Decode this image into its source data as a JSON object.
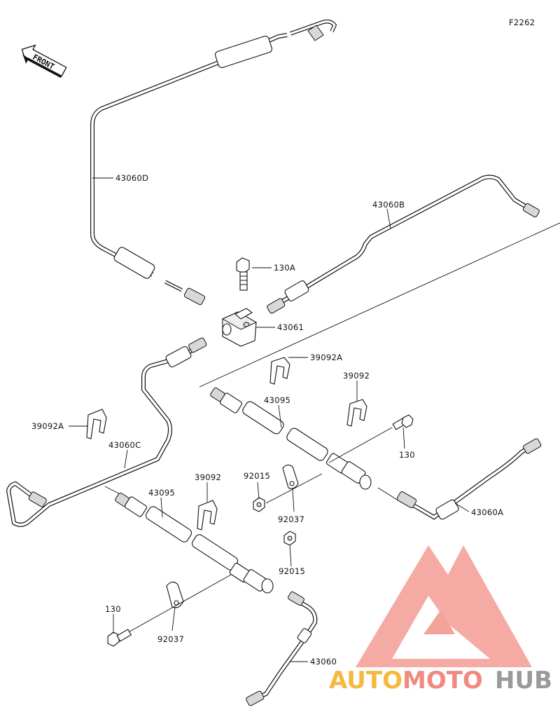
{
  "figure_code": "F2262",
  "front_label": "FRONT",
  "labels": {
    "l43060D": "43060D",
    "l43060B": "43060B",
    "l130A": "130A",
    "l43061": "43061",
    "l39092A_top": "39092A",
    "l39092_right": "39092",
    "l43095_upper": "43095",
    "l39092A_left": "39092A",
    "l43060C": "43060C",
    "l130_right": "130",
    "l39092_mid": "39092",
    "l92015_upper": "92015",
    "l43095_lower": "43095",
    "l92037_upper": "92037",
    "l43060A": "43060A",
    "l92015_lower": "92015",
    "l130_left": "130",
    "l92037_lower": "92037",
    "l43060": "43060"
  },
  "watermark": {
    "auto": "AUTO",
    "moto": "MOTO",
    "hub": "HUB"
  },
  "colors": {
    "watermark_red": "#f08a80",
    "watermark_orange": "#f5b840",
    "watermark_gray": "#9a9a9a",
    "line": "#111111"
  }
}
